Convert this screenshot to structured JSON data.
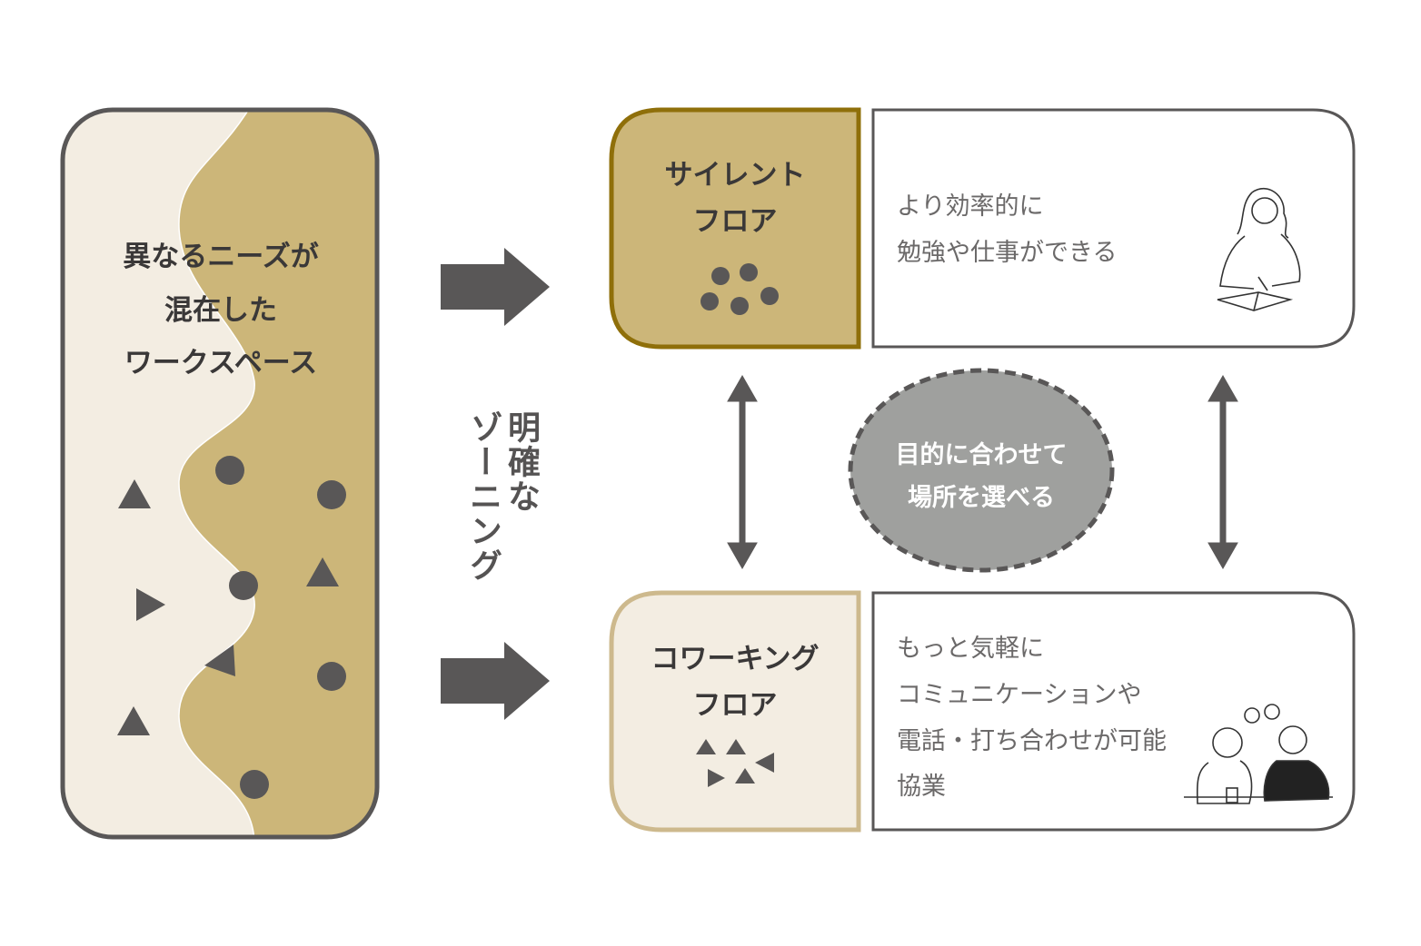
{
  "left_panel": {
    "lines": [
      "異なるニーズが",
      "混在した",
      "ワークスペース"
    ]
  },
  "zoning_label": {
    "col1": "明確な",
    "col2": "ゾーニング"
  },
  "silent_floor": {
    "title_lines": [
      "サイレント",
      "フロア"
    ],
    "description": [
      "より効率的に",
      "勉強や仕事ができる"
    ]
  },
  "coworking_floor": {
    "title_lines": [
      "コワーキング",
      "フロア"
    ],
    "description": [
      "もっと気軽に",
      "コミュニケーションや",
      "電話・打ち合わせが可能",
      "協業"
    ]
  },
  "center_badge": {
    "lines": [
      "目的に合わせて",
      "場所を選べる"
    ]
  },
  "colors": {
    "gold": "#ccb679",
    "dark_gold": "#8f6f0a",
    "beige": "#f3ede2",
    "beige_border": "#cdb98d",
    "dark": "#595757",
    "badge_gray": "#9fa09e"
  }
}
